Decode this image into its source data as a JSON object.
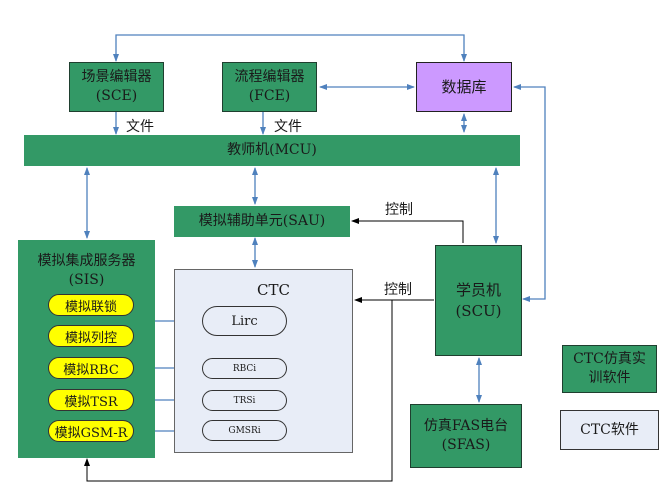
{
  "nodes": {
    "sce": {
      "line1": "场景编辑器",
      "line2": "(SCE)"
    },
    "fce": {
      "line1": "流程编辑器",
      "line2": "(FCE)"
    },
    "db": {
      "label": "数据库"
    },
    "mcu": {
      "label": "教师机(MCU)"
    },
    "sau": {
      "label": "模拟辅助单元(SAU)"
    },
    "sis": {
      "line1": "模拟集成服务器",
      "line2": "(SIS)",
      "items": [
        "模拟联锁",
        "模拟列控",
        "模拟RBC",
        "模拟TSR",
        "模拟GSM-R"
      ]
    },
    "ctc": {
      "title": "CTC",
      "items": [
        "Lirc",
        "RBCi",
        "TRSi",
        "GMSRi"
      ]
    },
    "scu": {
      "line1": "学员机",
      "line2": "(SCU)"
    },
    "sfas": {
      "line1": "仿真FAS电台",
      "line2": "(SFAS)"
    }
  },
  "edge_labels": {
    "sce_file": "文件",
    "fce_file": "文件",
    "control_sau": "控制",
    "control_ctc": "控制"
  },
  "legend": {
    "green": {
      "line1": "CTC仿真实",
      "line2": "训软件"
    },
    "light": {
      "label": "CTC软件"
    }
  },
  "colors": {
    "green": "#339966",
    "purple": "#cc99ff",
    "ctc_bg": "#e8edf7",
    "yellow": "#ffff00",
    "blue_arrow": "#4f81bd",
    "black_arrow": "#000000"
  }
}
